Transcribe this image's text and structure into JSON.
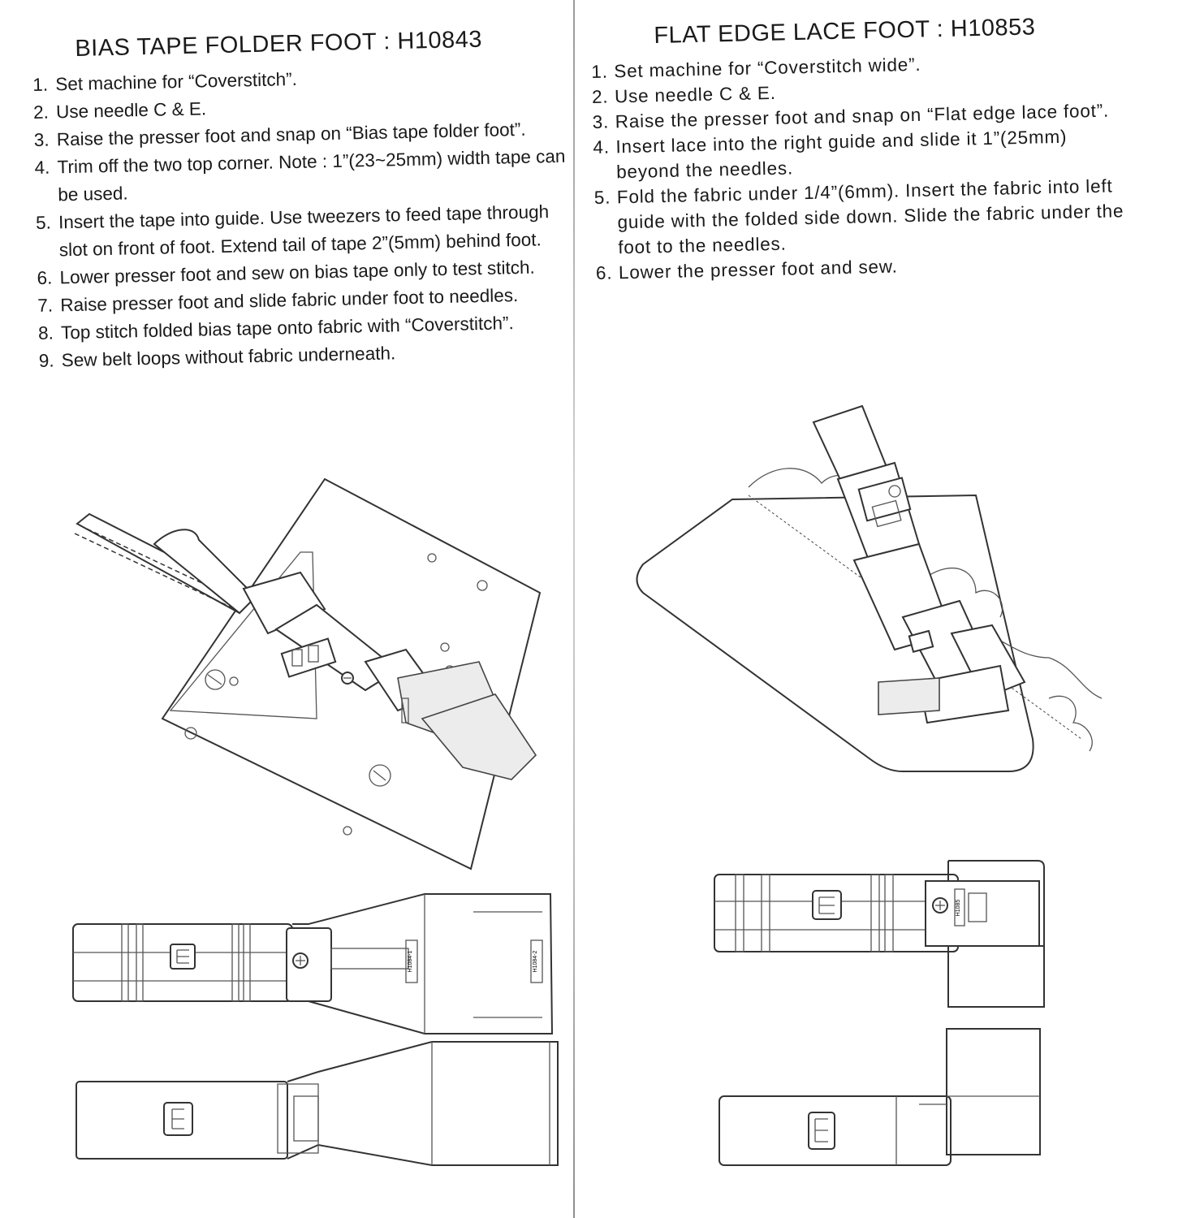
{
  "left": {
    "title": "BIAS TAPE FOLDER FOOT : H10843",
    "steps": [
      {
        "num": "1.",
        "text": "Set machine for “Coverstitch”."
      },
      {
        "num": "2.",
        "text": "Use needle C & E."
      },
      {
        "num": "3.",
        "text": "Raise the presser foot and snap on “Bias tape folder foot”."
      },
      {
        "num": "4.",
        "text": "Trim off the two top corner. Note : 1”(23~25mm) width tape can be used."
      },
      {
        "num": "5.",
        "text": "Insert the tape into guide. Use tweezers to feed tape through slot on front of foot. Extend tail of tape 2”(5mm) behind foot."
      },
      {
        "num": "6.",
        "text": "Lower presser foot and sew on bias tape only to test stitch."
      },
      {
        "num": "7.",
        "text": "Raise presser foot and slide fabric under foot to needles."
      },
      {
        "num": "8.",
        "text": "Top stitch folded bias tape onto fabric with “Coverstitch”."
      },
      {
        "num": "9.",
        "text": "Sew belt loops without fabric underneath."
      }
    ],
    "part_labels": [
      "H1084-1",
      "H1084-2"
    ]
  },
  "right": {
    "title": "FLAT EDGE LACE FOOT : H10853",
    "steps": [
      {
        "num": "1.",
        "text": "Set machine for “Coverstitch wide”."
      },
      {
        "num": "2.",
        "text": "Use needle C &  E."
      },
      {
        "num": "3.",
        "text": "Raise the presser foot and snap on “Flat edge lace foot”."
      },
      {
        "num": "4.",
        "text": "Insert lace into the right guide and slide it 1”(25mm) beyond the needles."
      },
      {
        "num": "5.",
        "text": "Fold the fabric under 1/4”(6mm). Insert the fabric into left guide with the folded side down. Slide the fabric under the foot to the needles."
      },
      {
        "num": "6.",
        "text": "Lower the presser foot and sew."
      }
    ],
    "part_labels": [
      "H1085"
    ]
  }
}
